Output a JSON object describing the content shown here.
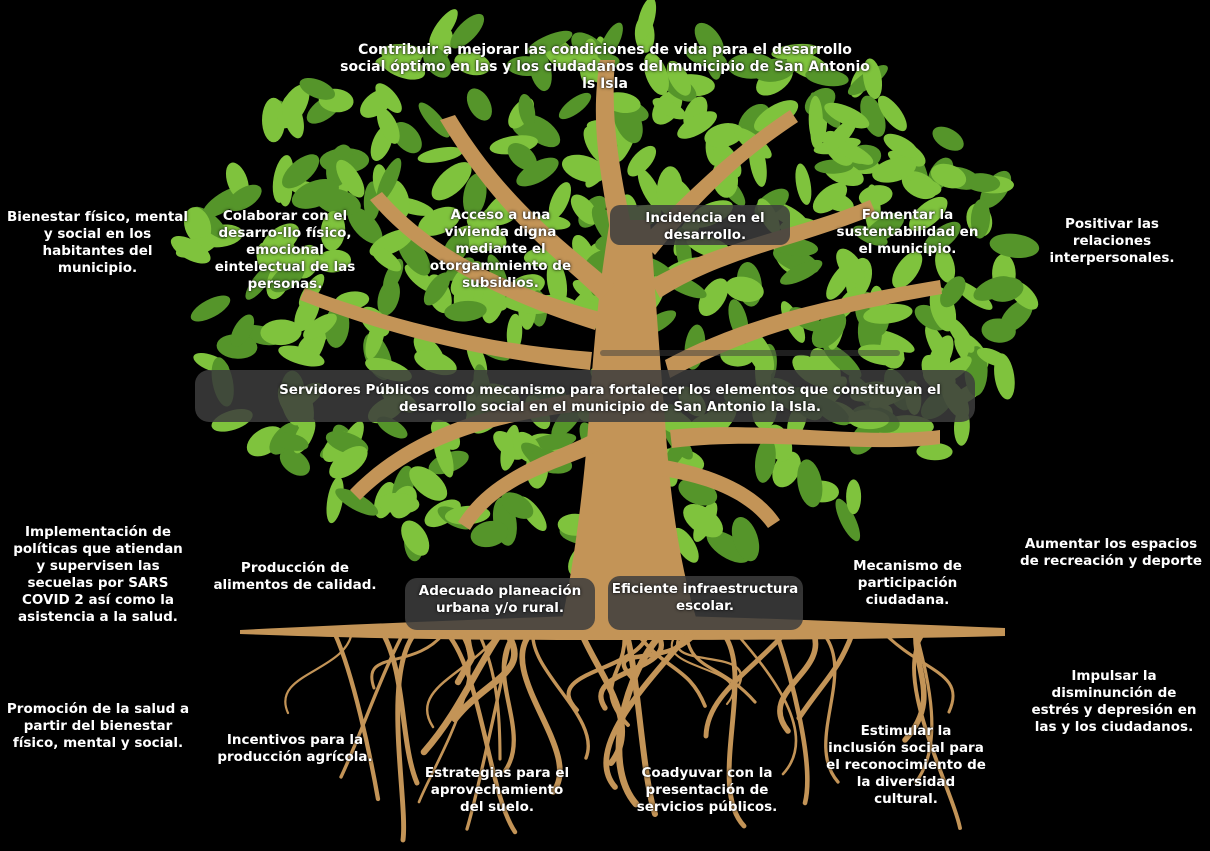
{
  "colors": {
    "background": "#000000",
    "trunk": "#c39457",
    "leaf_light": "#7fc33d",
    "leaf_dark": "#55952a",
    "band": "#3d3d3d",
    "text": "#ffffff"
  },
  "goal": "Contribuir a mejorar las condiciones de vida para el desarrollo social óptimo en las y los ciudadanos del municipio de San Antonio ls Isla",
  "left_side": {
    "top": "Bienestar físico, mental y social en los habitantes del municipio.",
    "middle": "Implementación de políticas que atiendan y supervisen las secuelas por SARS COVID 2 así como la asistencia a la salud.",
    "bottom": "Promoción de la salud a partir del bienestar físico, mental y social."
  },
  "right_side": {
    "top": "Positivar las relaciones interpersonales.",
    "middle": "Aumentar los espacios de recreación y deporte",
    "bottom": "Impulsar la disminunción de estrés y depresión en las y los ciudadanos."
  },
  "crown": {
    "colaborar": "Colaborar con el desarro-llo físico, emocional eintelectual de las personas.",
    "vivienda": "Acceso a una vivienda digna mediante el otorgammiento de subsidios.",
    "incidencia": "Incidencia en el desarrollo.",
    "sustentabilidad": "Fomentar la sustentabilidad en el municipio."
  },
  "purpose": "Servidores Públicos como mecanismo para fortalecer los elementos que constituyan el desarrollo social en el municipio de San Antonio la Isla.",
  "components": {
    "alimentos": "Producción de alimentos de calidad.",
    "planeacion": "Adecuado planeación urbana y/o rural.",
    "infraestructura": "Eficiente infraestructura escolar.",
    "participacion": "Mecanismo de participación ciudadana."
  },
  "roots": {
    "incentivos": "Incentivos para la producción agrícola.",
    "suelo": "Estrategias para el aprovechamiento del suelo.",
    "servicios": "Coadyuvar con la presentación de servicios públicos.",
    "inclusion": "Estimular la inclusión social para el reconocimiento de la diversidad cultural."
  }
}
